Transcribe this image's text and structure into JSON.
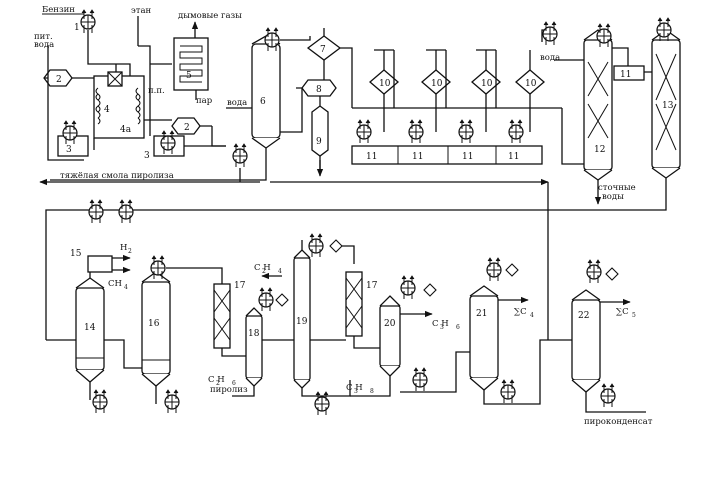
{
  "streams": {
    "benzin": "Бензин",
    "etan": "этан",
    "dym": "дымовые газы",
    "pit": "пит.",
    "voda_pit": "вода",
    "pp": "п.п.",
    "par": "пар",
    "voda1": "вода",
    "voda2": "вода",
    "smola": "тяжёлая смола пиролиза",
    "stochnye1": "сточные",
    "stochnye2": "воды",
    "h2": "H",
    "ch4": "CH",
    "c2h4": "C H",
    "c2h6": "C H",
    "piroliz": "пиролиз",
    "c3h6": "C H",
    "c3h8": "C H",
    "sc4": "∑C",
    "sc5": "∑C",
    "pirokondensat": "пироконденсат"
  },
  "units": {
    "u1": "1",
    "u2": "2",
    "u2b": "2",
    "u3": "3",
    "u3b": "3",
    "u4": "4",
    "u4a": "4а",
    "u5": "5",
    "u6": "6",
    "u7": "7",
    "u8": "8",
    "u9": "9",
    "u10a": "10",
    "u10b": "10",
    "u10c": "10",
    "u10d": "10",
    "u11a": "11",
    "u11b": "11",
    "u11c": "11",
    "u11d": "11",
    "u11e": "11",
    "u12": "12",
    "u13": "13",
    "u14": "14",
    "u15": "15",
    "u16": "16",
    "u17a": "17",
    "u17b": "17",
    "u18": "18",
    "u19": "19",
    "u20": "20",
    "u21": "21",
    "u22": "22"
  }
}
